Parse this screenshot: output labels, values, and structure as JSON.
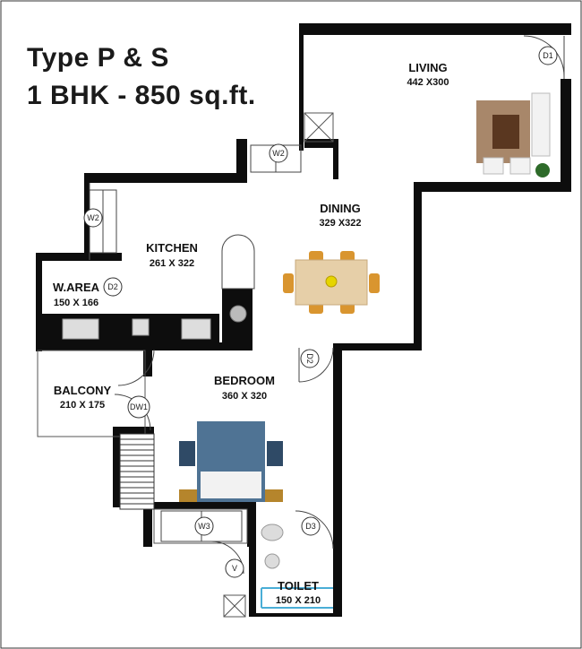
{
  "title": {
    "line1": "Type P & S",
    "line2": "1 BHK - 850 sq.ft."
  },
  "rooms": {
    "living": {
      "name": "LIVING",
      "dim": "442 X300"
    },
    "dining": {
      "name": "DINING",
      "dim": "329 X322"
    },
    "kitchen": {
      "name": "KITCHEN",
      "dim": "261 X 322"
    },
    "warea": {
      "name": "W.AREA",
      "dim": "150 X 166"
    },
    "balcony": {
      "name": "BALCONY",
      "dim": "210 X 175"
    },
    "bedroom": {
      "name": "BEDROOM",
      "dim": "360 X 320"
    },
    "toilet": {
      "name": "TOILET",
      "dim": "150 X 210"
    }
  },
  "tags": {
    "d1": "D1",
    "d2_warea": "D2",
    "d2_bed": "D2",
    "d3": "D3",
    "w2_top": "W2",
    "w2_kitchen": "W2",
    "w3": "W3",
    "dw1": "DW1",
    "v": "V"
  },
  "colors": {
    "wall": "#0d0d0d",
    "floor": "#ffffff",
    "bed": "#4f7394",
    "table": "#e6cfa8",
    "chair": "#d9952f",
    "rug": "#a8876a"
  }
}
